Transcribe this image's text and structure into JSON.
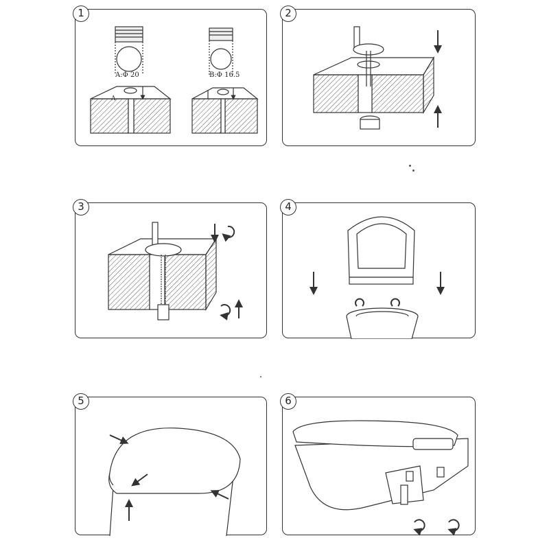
{
  "steps": [
    {
      "number": "1",
      "labels": {
        "a": "A:Φ 20",
        "b": "B:Φ 16.5"
      }
    },
    {
      "number": "2"
    },
    {
      "number": "3"
    },
    {
      "number": "4"
    },
    {
      "number": "5"
    },
    {
      "number": "6"
    }
  ],
  "colors": {
    "line": "#333333",
    "hatch": "#555555",
    "background": "#ffffff"
  }
}
